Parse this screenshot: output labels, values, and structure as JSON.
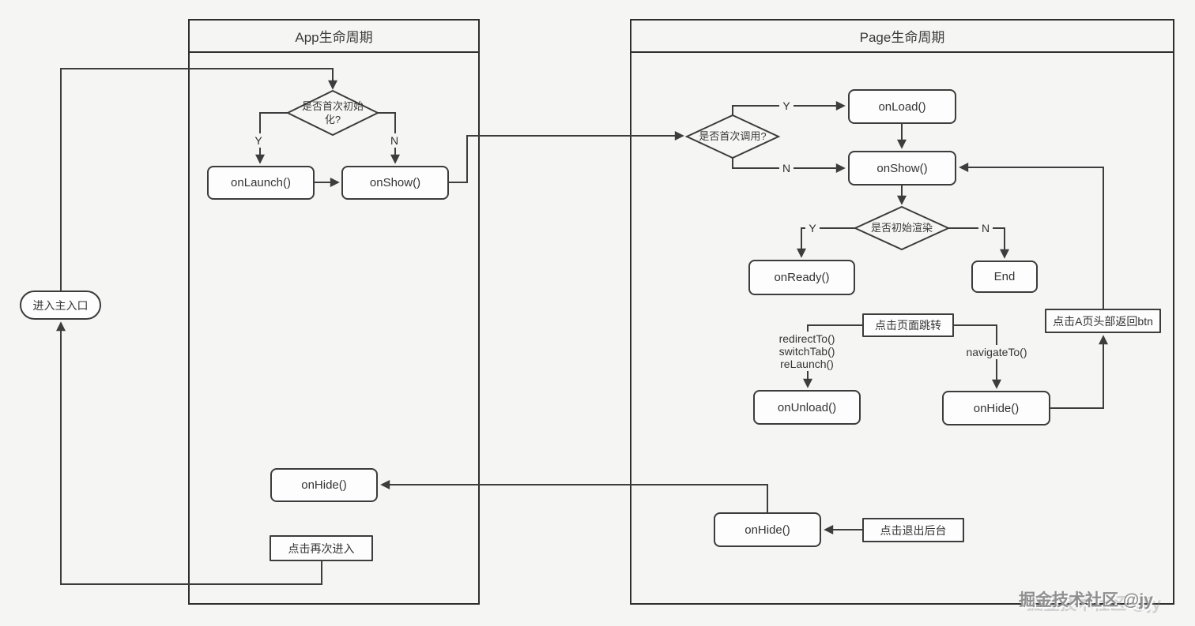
{
  "colors": {
    "background": "#f5f5f4",
    "line": "#3d3d3d",
    "node_fill": "#fdfdfd",
    "node_border": "#3c3c3c",
    "text": "#333333"
  },
  "app": {
    "title": "App生命周期",
    "decision_init": {
      "line1": "是否首次初始",
      "line2": "化?"
    },
    "nodes": {
      "entry": "进入主入口",
      "on_launch": "onLaunch()",
      "on_show": "onShow()",
      "on_hide": "onHide()",
      "reenter": "点击再次进入"
    }
  },
  "page": {
    "title": "Page生命周期",
    "decision_first_call": "是否首次调用?",
    "decision_initial_render": "是否初始渲染",
    "nodes": {
      "on_load": "onLoad()",
      "on_show": "onShow()",
      "on_ready": "onReady()",
      "end": "End",
      "page_jump": "点击页面跳转",
      "on_unload": "onUnload()",
      "on_hide_nav": "onHide()",
      "back_btn": "点击A页头部返回btn",
      "on_hide_bg": "onHide()",
      "exit_bg": "点击退出后台"
    },
    "edge_labels": {
      "redirect_to": "redirectTo()",
      "switch_tab": "switchTab()",
      "re_launch": "reLaunch()",
      "navigate_to": "navigateTo()"
    }
  },
  "branch_labels": {
    "yes": "Y",
    "no": "N"
  },
  "watermark": "掘金技术社区 @jy"
}
